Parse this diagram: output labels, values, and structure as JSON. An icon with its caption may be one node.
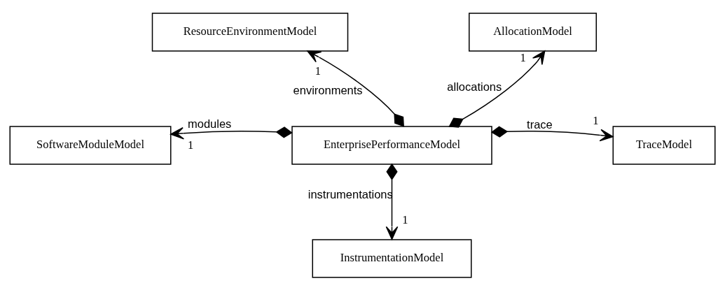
{
  "diagram": {
    "nodes": [
      {
        "text": [
          "ResourceEnvironmentModel"
        ]
      },
      {
        "text": [
          "AllocationModel"
        ]
      },
      {
        "text": [
          "SoftwareModuleModel"
        ]
      },
      {
        "text": [
          "EnterprisePerformanceModel"
        ]
      },
      {
        "text": [
          "TraceModel"
        ]
      },
      {
        "text": [
          "InstrumentationModel"
        ]
      }
    ],
    "edges": [
      {
        "from": 3,
        "to": 0,
        "arrow": "to",
        "label": "environments"
      },
      {
        "from": 3,
        "to": 1,
        "arrow": "to",
        "label": "allocations"
      },
      {
        "from": 3,
        "to": 2,
        "arrow": "to",
        "label": "modules"
      },
      {
        "from": 3,
        "to": 4,
        "arrow": "to",
        "label": "trace"
      },
      {
        "from": 3,
        "to": 5,
        "arrow": "to",
        "label": "instrumentations"
      }
    ],
    "labels": [
      "1",
      "1",
      "1",
      "1",
      "1"
    ]
  }
}
